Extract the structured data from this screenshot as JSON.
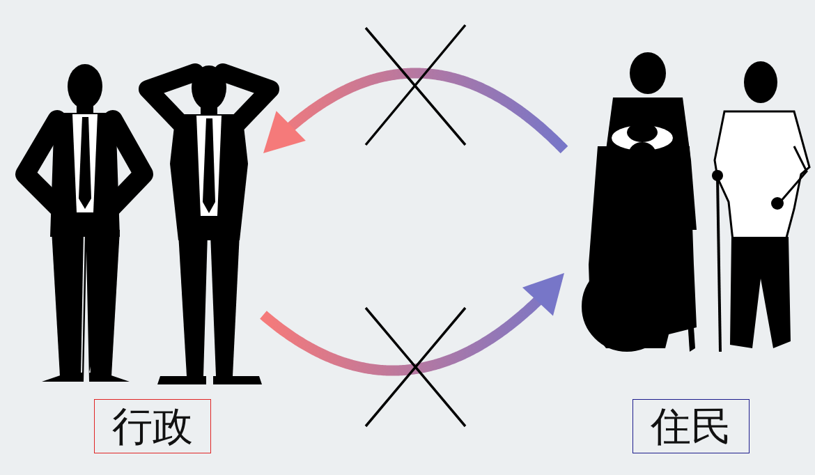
{
  "diagram": {
    "nodes": [
      {
        "text": [
          "行政"
        ]
      },
      {
        "text": [
          "住民"
        ]
      }
    ],
    "edges": [
      {
        "from": 1,
        "to": 0,
        "arrow": "to"
      },
      {
        "from": 0,
        "to": 1,
        "arrow": "to"
      }
    ]
  }
}
